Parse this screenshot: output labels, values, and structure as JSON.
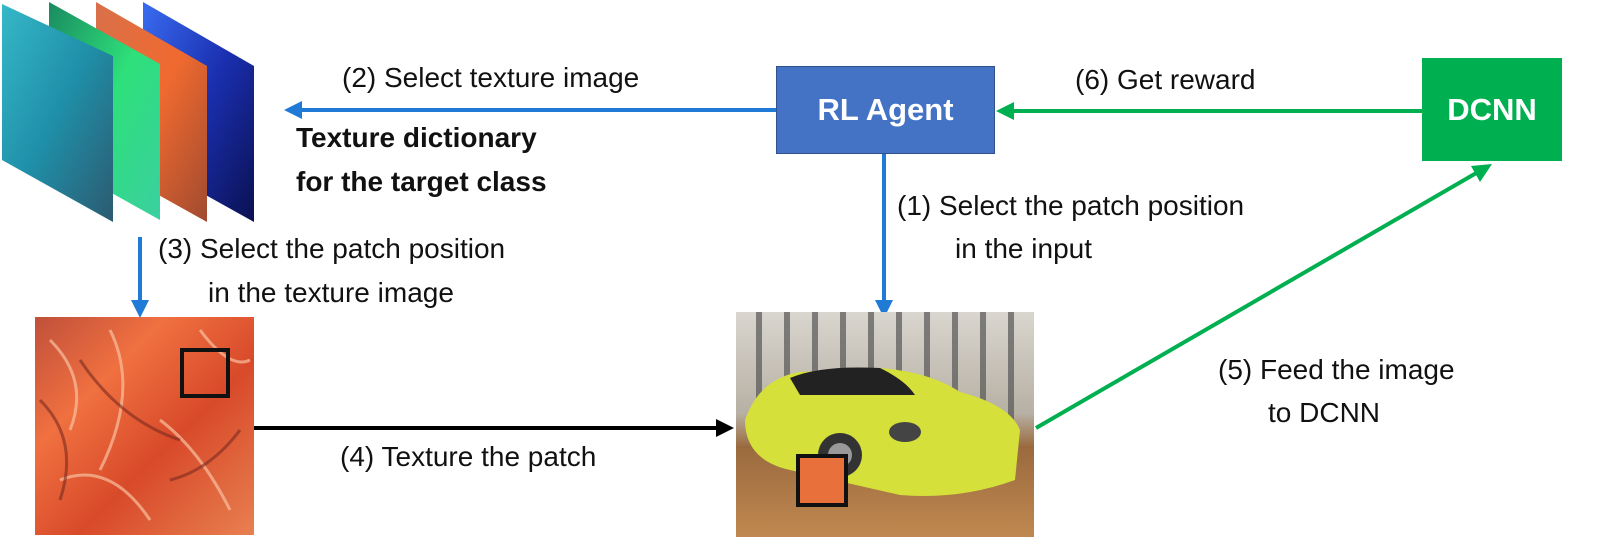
{
  "colors": {
    "blue_arrow": "#1f7bd6",
    "green_arrow": "#00b050",
    "agent": "#4472c4",
    "dcnn": "#00b050",
    "black_arrow": "#000000"
  },
  "nodes": {
    "agent": "RL Agent",
    "dcnn": "DCNN",
    "dictionary_line1": "Texture dictionary",
    "dictionary_line2": "for the target class"
  },
  "steps": {
    "s1_line1": "(1)  Select the patch position",
    "s1_line2": "in the input",
    "s2": "(2) Select  texture image",
    "s3_line1": "(3) Select the patch position",
    "s3_line2": "in the texture image",
    "s4": "(4) Texture the patch",
    "s5_line1": "(5) Feed the image",
    "s5_line2": "to DCNN",
    "s6": "(6)  Get reward"
  }
}
